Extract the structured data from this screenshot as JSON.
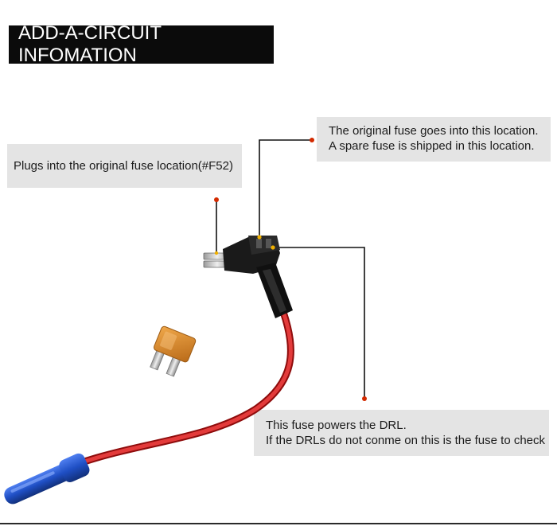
{
  "title": "ADD-A-CIRCUIT INFOMATION",
  "callouts": {
    "plug": "Plugs into the original fuse location(#F52)",
    "original": {
      "line1": "The original fuse goes into this location.",
      "line2": "A spare fuse is shipped in this location."
    },
    "drl": {
      "line1": "This fuse powers the DRL.",
      "line2": "If the DRLs do not conme on this is the fuse to check"
    }
  },
  "colors": {
    "banner": "#0b0b0b",
    "callout_bg": "#e4e4e4",
    "leader_dot": "#d32a00",
    "wire": "#d71f1f",
    "connector": "#1f4fc4",
    "fuse": "#d8892e"
  }
}
